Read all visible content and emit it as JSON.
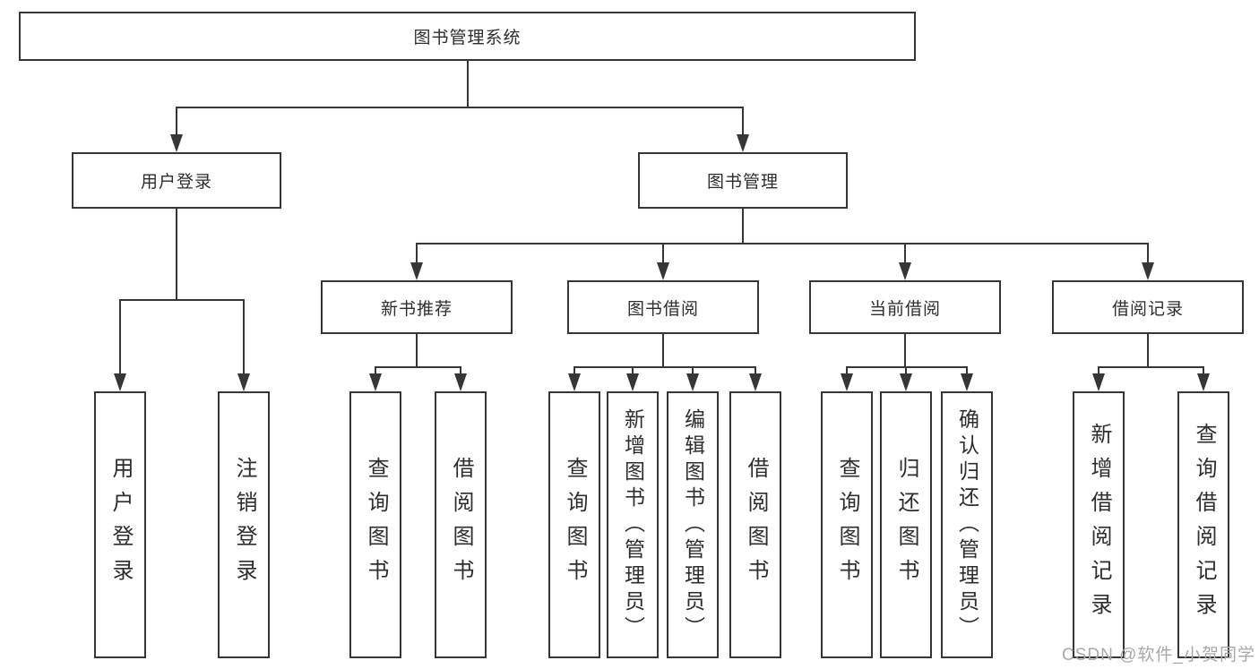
{
  "colors": {
    "line": "#363636",
    "text": "#2d2d2d",
    "background": "#ffffff",
    "watermark": "#a8a8a8"
  },
  "diagram": {
    "root": {
      "label": "图书管理系统"
    },
    "level2": [
      {
        "label": "用户登录"
      },
      {
        "label": "图书管理"
      }
    ],
    "level3": [
      {
        "label": "新书推荐"
      },
      {
        "label": "图书借阅"
      },
      {
        "label": "当前借阅"
      },
      {
        "label": "借阅记录"
      }
    ],
    "leaves": {
      "user_login": [
        {
          "label": "用户登录"
        },
        {
          "label": "注销登录"
        }
      ],
      "new_books": [
        {
          "label": "查询图书"
        },
        {
          "label": "借阅图书"
        }
      ],
      "borrowing": [
        {
          "label": "查询图书"
        },
        {
          "label": "新增图书（管理员）"
        },
        {
          "label": "编辑图书（管理员）"
        },
        {
          "label": "借阅图书"
        }
      ],
      "current": [
        {
          "label": "查询图书"
        },
        {
          "label": "归还图书"
        },
        {
          "label": "确认归还（管理员）"
        }
      ],
      "records": [
        {
          "label": "新增借阅记录"
        },
        {
          "label": "查询借阅记录"
        }
      ]
    }
  },
  "watermark": {
    "text": "CSDN @软件_小贺同学"
  }
}
